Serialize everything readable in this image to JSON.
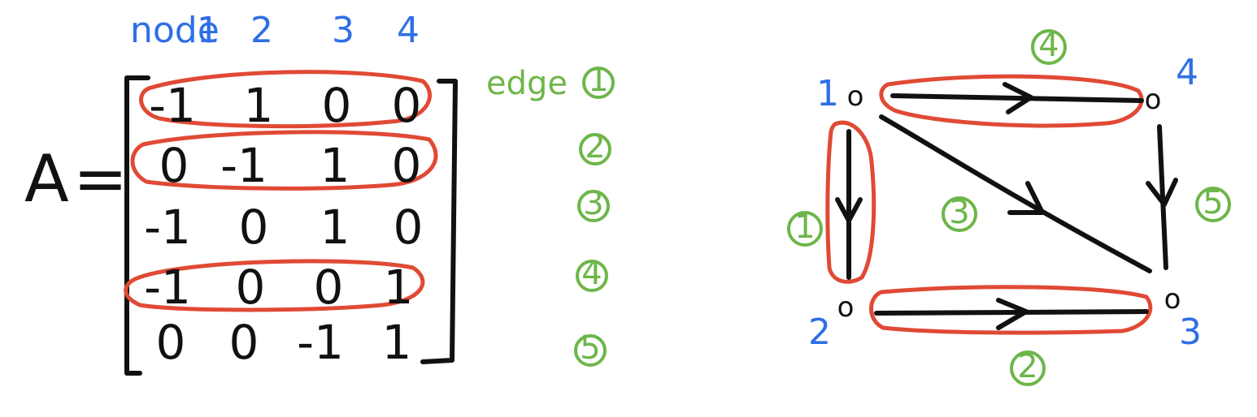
{
  "matrix": {
    "lhs_symbol": "A",
    "equals": "=",
    "column_header_prefix": "node",
    "column_headers": [
      "1",
      "2",
      "3",
      "4"
    ],
    "row_header_prefix": "edge",
    "row_labels": [
      "1",
      "2",
      "3",
      "4",
      "5"
    ],
    "rows": [
      [
        "-1",
        "1",
        "0",
        "0"
      ],
      [
        "0",
        "-1",
        "1",
        "0"
      ],
      [
        "-1",
        "0",
        "1",
        "0"
      ],
      [
        "-1",
        "0",
        "0",
        "1"
      ],
      [
        "0",
        "0",
        "-1",
        "1"
      ]
    ],
    "highlighted_rows": [
      1,
      2,
      4
    ]
  },
  "graph": {
    "nodes": [
      {
        "id": "1",
        "label": "1",
        "glyph": "o"
      },
      {
        "id": "2",
        "label": "2",
        "glyph": "o"
      },
      {
        "id": "3",
        "label": "3",
        "glyph": "o"
      },
      {
        "id": "4",
        "label": "4",
        "glyph": "o"
      }
    ],
    "edges": [
      {
        "label": "1",
        "from": "1",
        "to": "2",
        "highlighted": true
      },
      {
        "label": "2",
        "from": "2",
        "to": "3",
        "highlighted": true
      },
      {
        "label": "3",
        "from": "1",
        "to": "3",
        "highlighted": false
      },
      {
        "label": "4",
        "from": "1",
        "to": "4",
        "highlighted": true
      },
      {
        "label": "5",
        "from": "4",
        "to": "3",
        "highlighted": false
      }
    ]
  },
  "colors": {
    "ink": "#111111",
    "node_labels": "#2f6fe6",
    "edge_labels": "#6db64a",
    "highlight": "#e04a35"
  }
}
